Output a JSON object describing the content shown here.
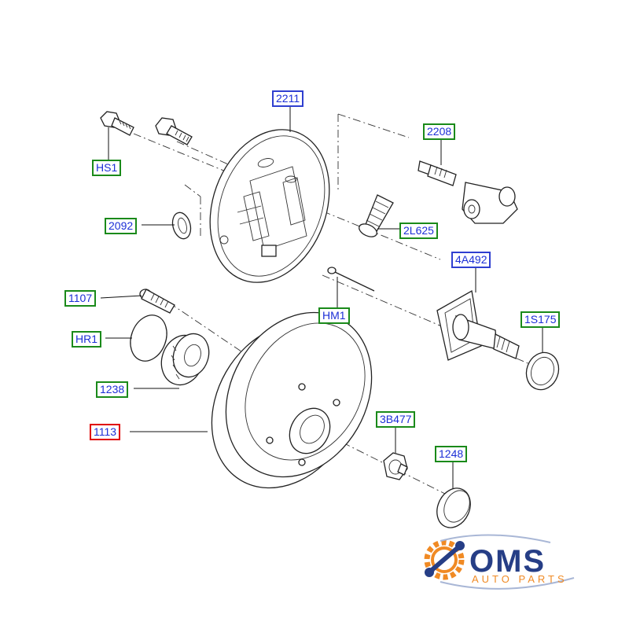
{
  "diagram": {
    "callouts": [
      {
        "id": "2211",
        "label": "2211",
        "box": "blue"
      },
      {
        "id": "hs1",
        "label": "HS1",
        "box": "green"
      },
      {
        "id": "2208",
        "label": "2208",
        "box": "green"
      },
      {
        "id": "2092",
        "label": "2092",
        "box": "green"
      },
      {
        "id": "2l625",
        "label": "2L625",
        "box": "green"
      },
      {
        "id": "4a492",
        "label": "4A492",
        "box": "blue"
      },
      {
        "id": "1107",
        "label": "1107",
        "box": "green"
      },
      {
        "id": "hm1",
        "label": "HM1",
        "box": "green"
      },
      {
        "id": "1s175",
        "label": "1S175",
        "box": "green"
      },
      {
        "id": "hr1",
        "label": "HR1",
        "box": "green"
      },
      {
        "id": "1238",
        "label": "1238",
        "box": "green"
      },
      {
        "id": "3b477",
        "label": "3B477",
        "box": "green"
      },
      {
        "id": "1113",
        "label": "1113",
        "box": "red"
      },
      {
        "id": "1248",
        "label": "1248",
        "box": "green"
      }
    ],
    "colors": {
      "label_text": "#1c2fd6",
      "green_box": "#1a8a1a",
      "blue_box": "#2f3fd0",
      "red_box": "#e00000",
      "line_art": "#222222"
    }
  },
  "logo": {
    "name": "OMS",
    "tagline": "AUTO PARTS",
    "icon": "gear-wrench-icon",
    "colors": {
      "primary": "#263e86",
      "accent": "#f08a24"
    }
  }
}
